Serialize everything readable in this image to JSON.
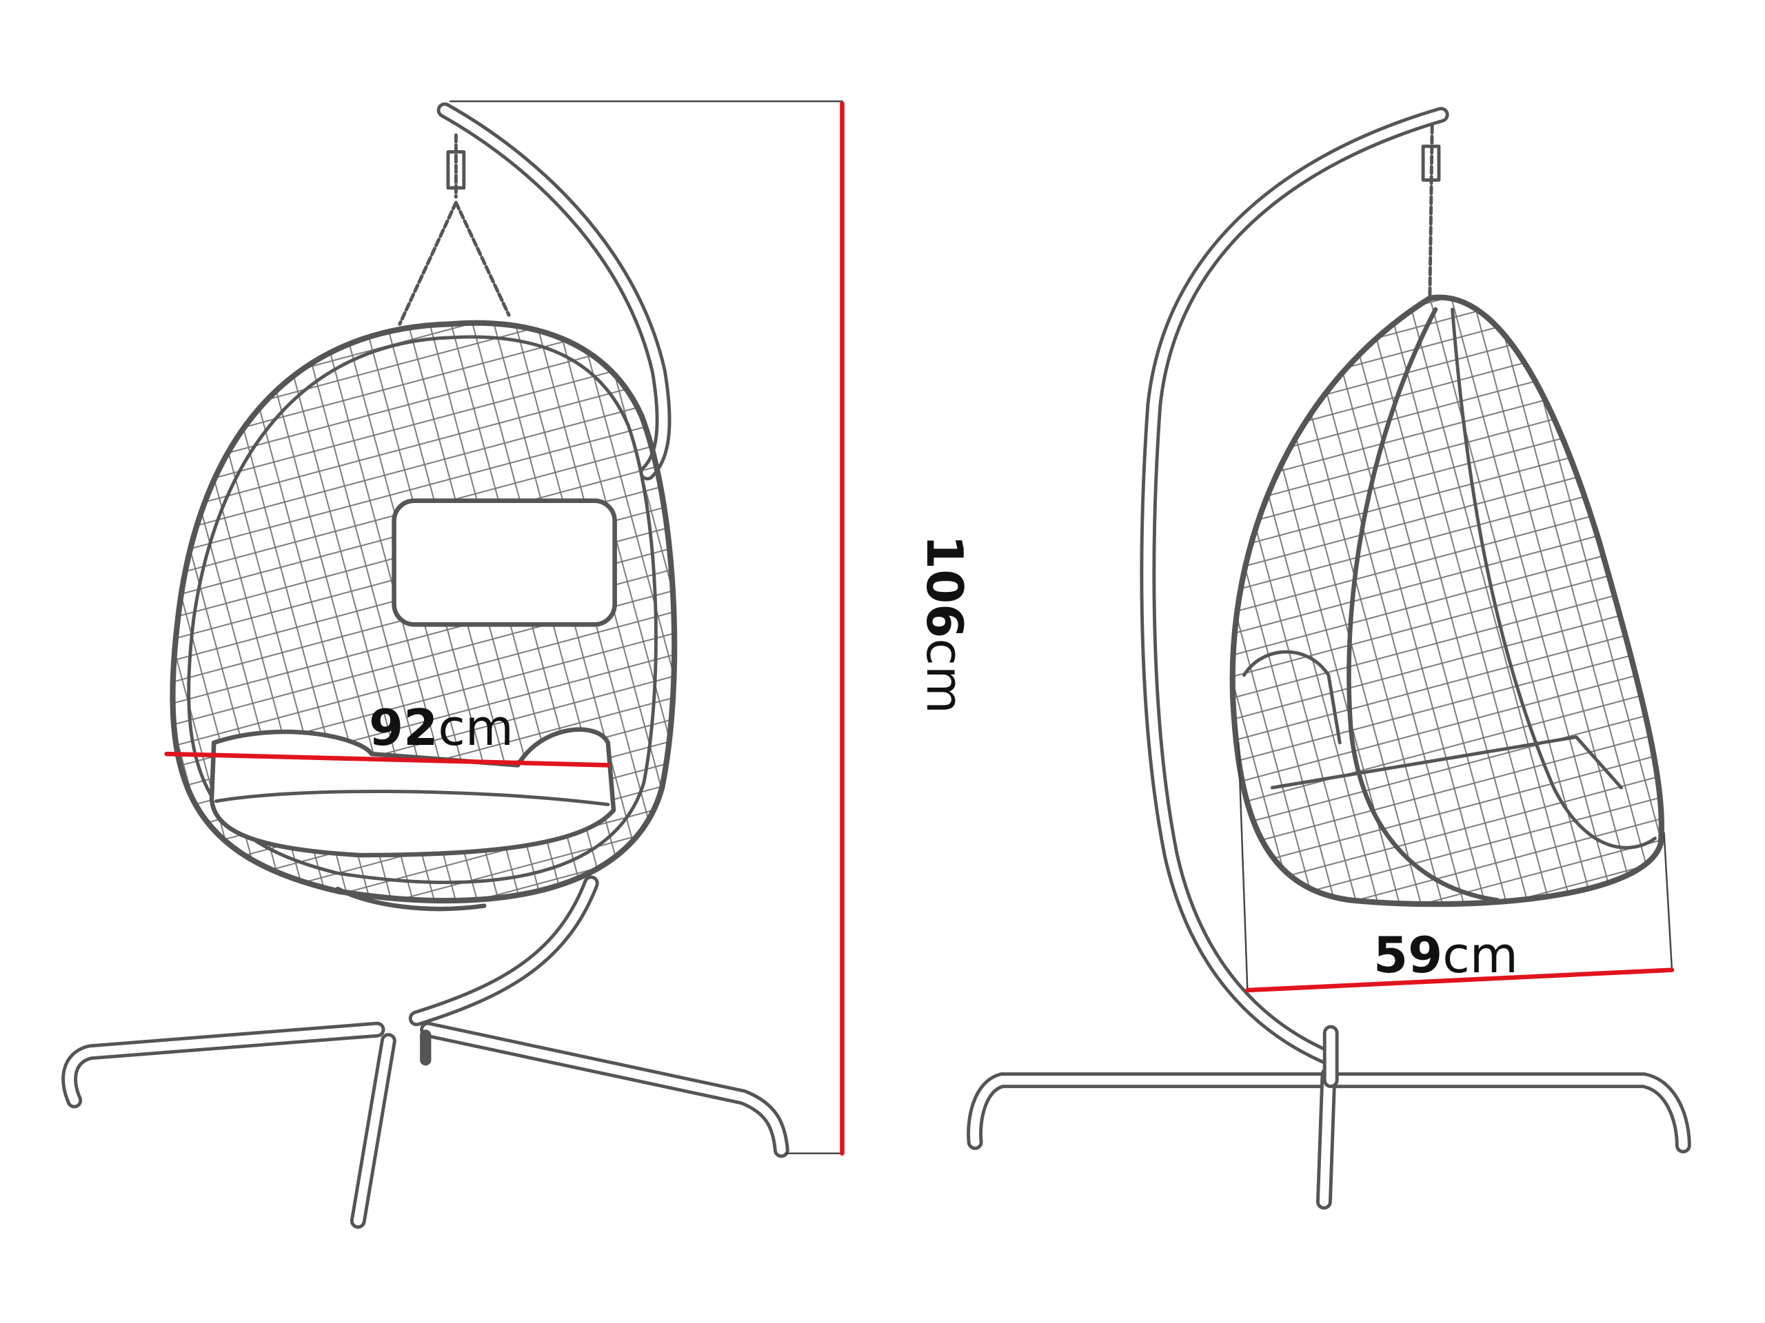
{
  "dimensions": {
    "height": {
      "value": "106",
      "unit": "cm"
    },
    "width": {
      "value": "92",
      "unit": "cm"
    },
    "depth": {
      "value": "59",
      "unit": "cm"
    }
  },
  "views": [
    "front-view",
    "side-view"
  ],
  "colors": {
    "dimension_line": "#e0141e",
    "drawing_stroke": "#555555",
    "background": "#ffffff",
    "label_text": "#111111"
  }
}
